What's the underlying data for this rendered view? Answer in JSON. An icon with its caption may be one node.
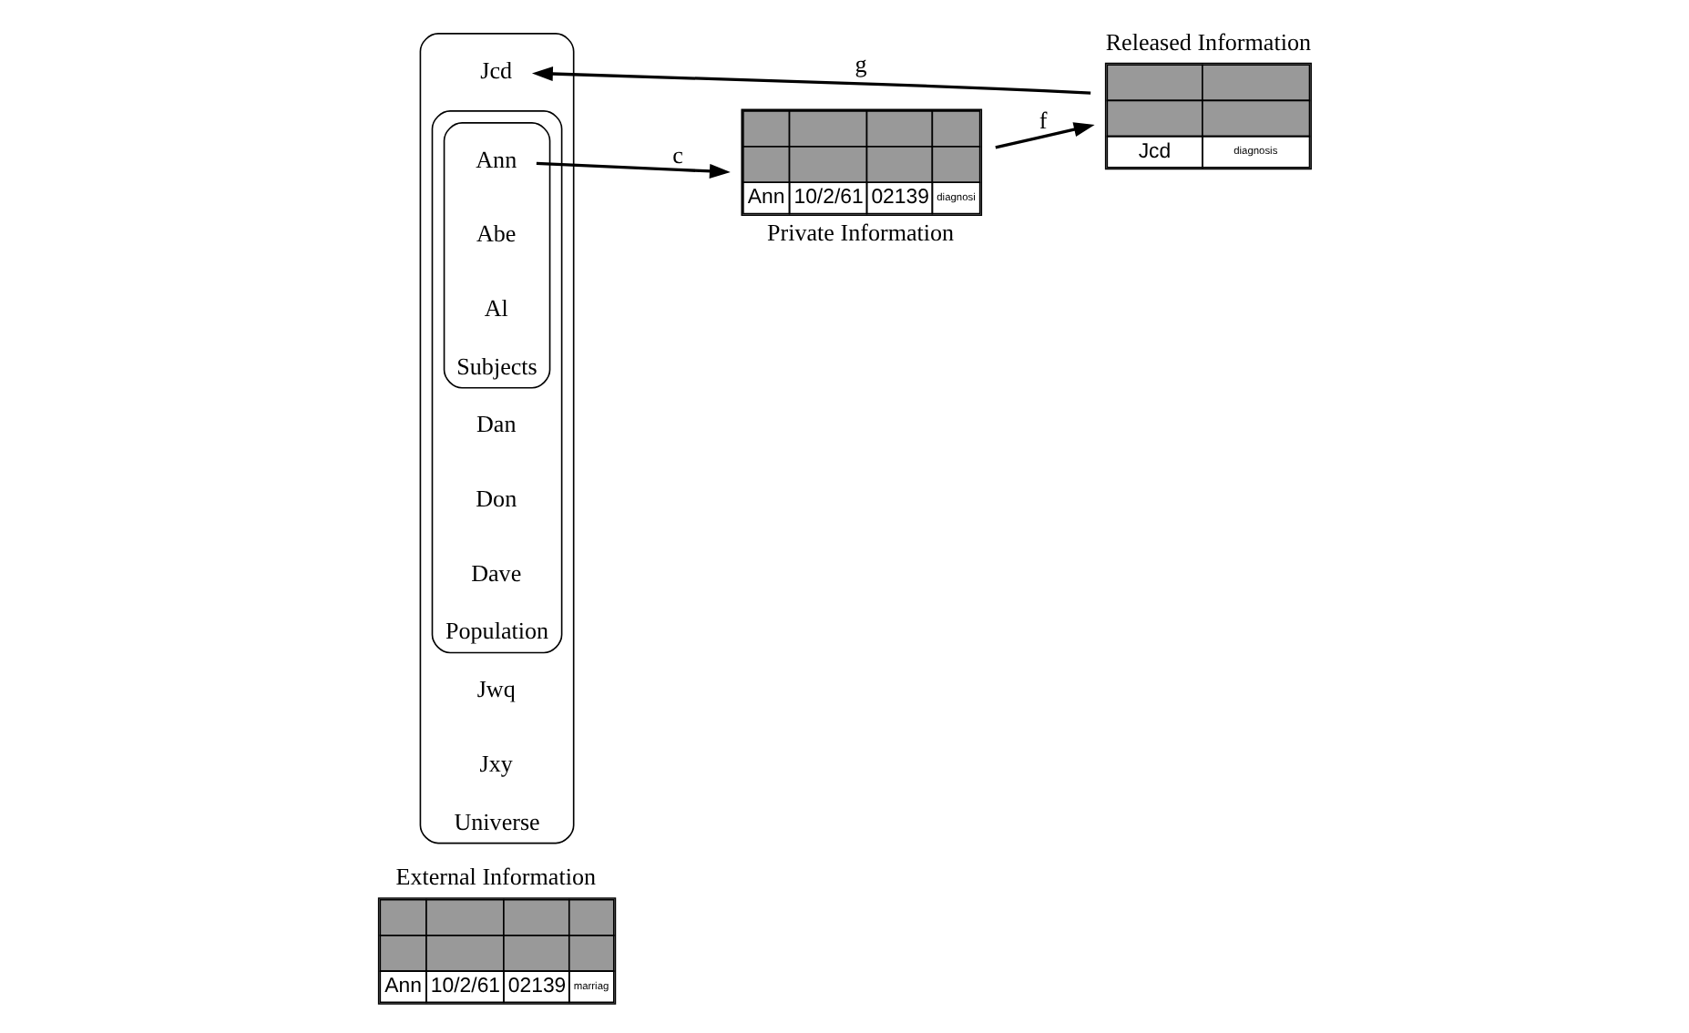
{
  "diagram": {
    "nodes": [
      {
        "text": [
          "External Information",
          "Ann",
          "10/2/61",
          "02139",
          "marriag"
        ]
      },
      {
        "text": [
          "Released Information",
          "Jcd",
          "diagnosis"
        ]
      },
      {
        "text": [
          "Universe"
        ]
      },
      {
        "text": [
          "Jcd"
        ],
        "in": 2
      },
      {
        "text": [
          "Jwq"
        ],
        "in": 2
      },
      {
        "text": [
          "Jxy"
        ],
        "in": 2
      },
      {
        "text": [
          "Population"
        ],
        "in": 2
      },
      {
        "text": [
          "Dan"
        ],
        "in": 6
      },
      {
        "text": [
          "Don"
        ],
        "in": 6
      },
      {
        "text": [
          "Dave"
        ],
        "in": 6
      },
      {
        "text": [
          "Subjects"
        ],
        "in": 6
      },
      {
        "text": [
          "Ann"
        ],
        "in": 10
      },
      {
        "text": [
          "Abe"
        ],
        "in": 10
      },
      {
        "text": [
          "Al"
        ],
        "in": 10
      },
      {
        "text": [
          "Private Information",
          "Ann",
          "10/2/61",
          "02139",
          "diagnosi"
        ]
      }
    ],
    "edges": [
      {
        "from": 1,
        "to": 3,
        "arrow": "to",
        "label": "g"
      },
      {
        "from": 11,
        "to": 14,
        "arrow": "to",
        "label": "c"
      },
      {
        "from": 14,
        "to": 1,
        "arrow": "to",
        "label": "f"
      }
    ]
  }
}
